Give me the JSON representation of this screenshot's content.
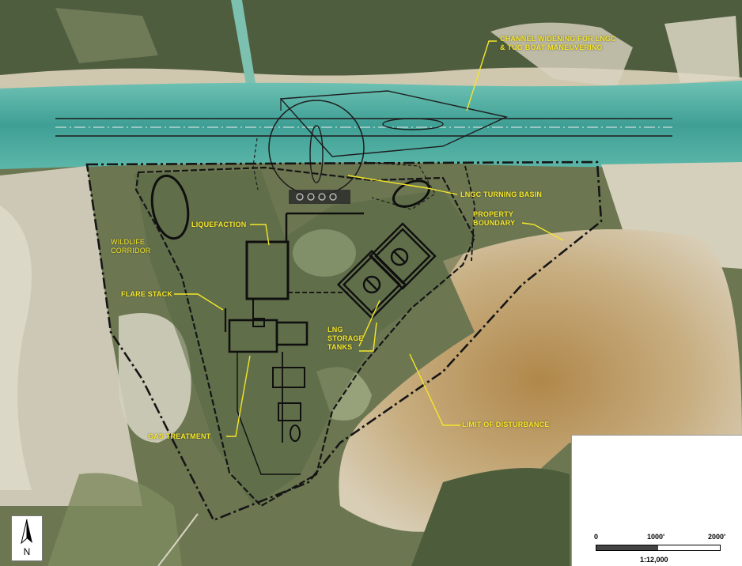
{
  "labels": {
    "channel_widening_line1": "CHANNEL WIDENING FOR LNGC",
    "channel_widening_line2": "& TUG BOAT MANEUVERING",
    "turning_basin": "LNGC TURNING BASIN",
    "property_boundary_line1": "PROPERTY",
    "property_boundary_line2": "BOUNDARY",
    "wildlife_corridor_line1": "WILDLIFE",
    "wildlife_corridor_line2": "CORRIDOR",
    "liquefaction": "LIQUEFACTION",
    "flare_stack": "FLARE STACK",
    "lng_storage_line1": "LNG",
    "lng_storage_line2": "STORAGE",
    "lng_storage_line3": "TANKS",
    "limit_of_disturbance": "LIMIT OF DISTURBANCE",
    "gas_treatment": "GAS TREATMENT"
  },
  "scale_bar": {
    "tick_0": "0",
    "tick_1": "1000'",
    "tick_2": "2000'",
    "ratio": "1:12,000"
  },
  "north_arrow": {
    "letter": "N",
    "icon": "north-arrow-icon"
  },
  "colors": {
    "label_yellow": "#f5e62a",
    "channel_teal": "#4fb3a6",
    "sand": "#d9d3bf",
    "vegetation": "#5f6b45"
  }
}
